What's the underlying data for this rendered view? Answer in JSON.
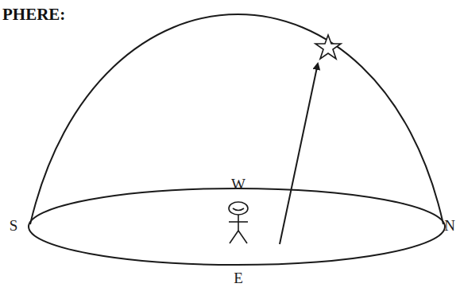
{
  "diagram": {
    "title": "PHERE:",
    "labels": [
      "S",
      "W",
      "N",
      "E"
    ]
  }
}
